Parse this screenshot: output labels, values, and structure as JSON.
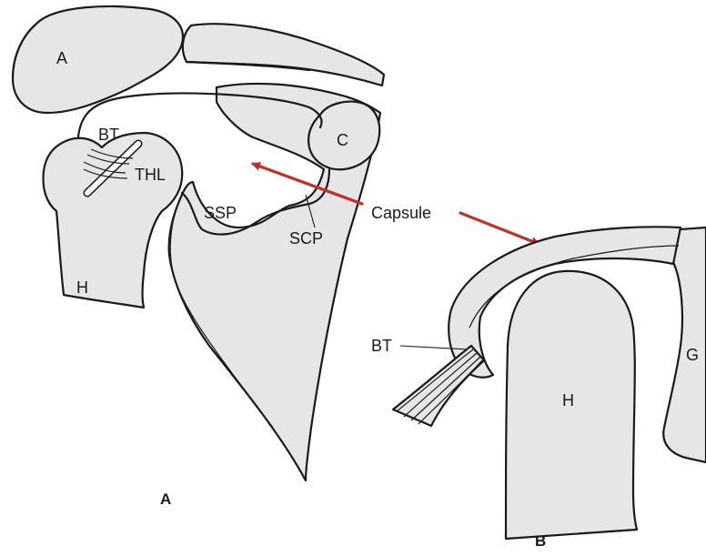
{
  "figure": {
    "panel_a": {
      "panel_label": "A",
      "labels": {
        "acromion": "A",
        "biceps_tendon": "BT",
        "transverse_humeral_ligament": "THL",
        "coracoid": "C",
        "supraspinatus": "SSP",
        "subscapularis": "SCP",
        "humerus": "H"
      }
    },
    "panel_b": {
      "panel_label": "B",
      "labels": {
        "biceps_tendon": "BT",
        "humerus": "H",
        "glenoid": "G"
      }
    },
    "capsule_label": "Capsule"
  },
  "colors": {
    "bone_fill": "#e6e6e6",
    "outline": "#1a1a1a",
    "arrow": "#c0302a"
  }
}
